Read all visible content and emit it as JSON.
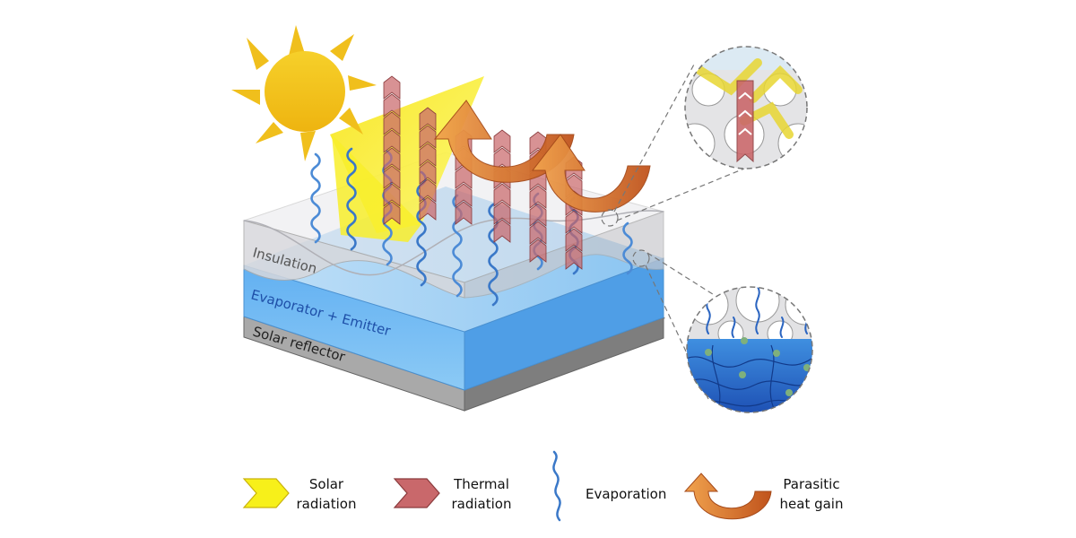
{
  "layers": {
    "insulation": "Insulation",
    "evaporator": "Evaporator + Emitter",
    "reflector": "Solar reflector"
  },
  "legend": {
    "solar": [
      "Solar",
      "radiation"
    ],
    "thermal": [
      "Thermal",
      "radiation"
    ],
    "evaporation": [
      "Evaporation"
    ],
    "parasitic": [
      "Parasitic",
      "heat gain"
    ]
  },
  "colors": {
    "sun": "#f2c21b",
    "solar_beam": "#f7f01a",
    "thermal_arrow": "#c9686b",
    "parasitic_arrow": "#e8822e",
    "evaporation": "#3a78c8",
    "water": "#5aa8ec",
    "insulation": "#e2e2e6",
    "reflector": "#9a9a9a"
  }
}
